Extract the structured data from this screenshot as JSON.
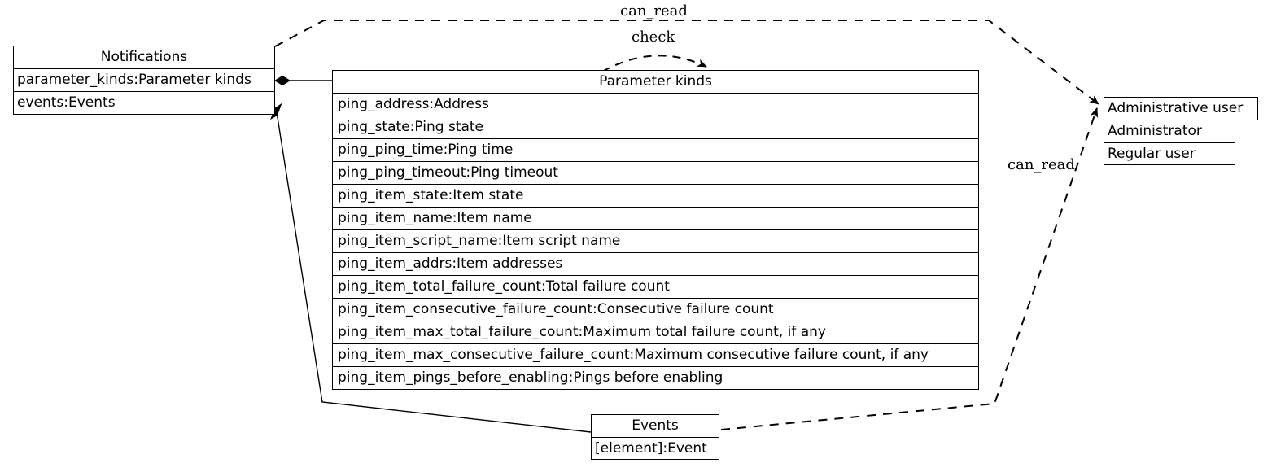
{
  "diagram": {
    "type": "uml-class-diagram",
    "background": "#ffffff",
    "line_color": "#000000"
  },
  "nodes": {
    "notifications": {
      "title": "Notifications",
      "attributes": [
        "parameter_kinds:Parameter kinds",
        "events:Events"
      ]
    },
    "parameter_kinds": {
      "title": "Parameter kinds",
      "attributes": [
        "ping_address:Address",
        "ping_state:Ping state",
        "ping_ping_time:Ping time",
        "ping_ping_timeout:Ping timeout",
        "ping_item_state:Item state",
        "ping_item_name:Item name",
        "ping_item_script_name:Item script name",
        "ping_item_addrs:Item addresses",
        "ping_item_total_failure_count:Total failure count",
        "ping_item_consecutive_failure_count:Consecutive failure count",
        "ping_item_max_total_failure_count:Maximum total failure count, if any",
        "ping_item_max_consecutive_failure_count:Maximum consecutive failure count, if any",
        "ping_item_pings_before_enabling:Pings before enabling"
      ]
    },
    "administrative_user": {
      "title": "Administrative user",
      "attributes": [
        "Administrator",
        "Regular user"
      ]
    },
    "events": {
      "title": "Events",
      "attributes": [
        "[element]:Event"
      ]
    }
  },
  "edges": {
    "can_read_top": {
      "label": "can_read",
      "style": "dashed",
      "from": "notifications",
      "to": "administrative_user"
    },
    "check": {
      "label": "check",
      "style": "dashed",
      "from": "parameter_kinds",
      "to": "parameter_kinds"
    },
    "can_read_bottom": {
      "label": "can_read",
      "style": "dashed",
      "from": "events",
      "to": "administrative_user"
    },
    "composition_parameter_kinds": {
      "label": "",
      "style": "solid-composition",
      "from": "notifications",
      "to": "parameter_kinds"
    },
    "composition_events": {
      "label": "",
      "style": "solid-composition",
      "from": "notifications",
      "to": "events"
    }
  }
}
